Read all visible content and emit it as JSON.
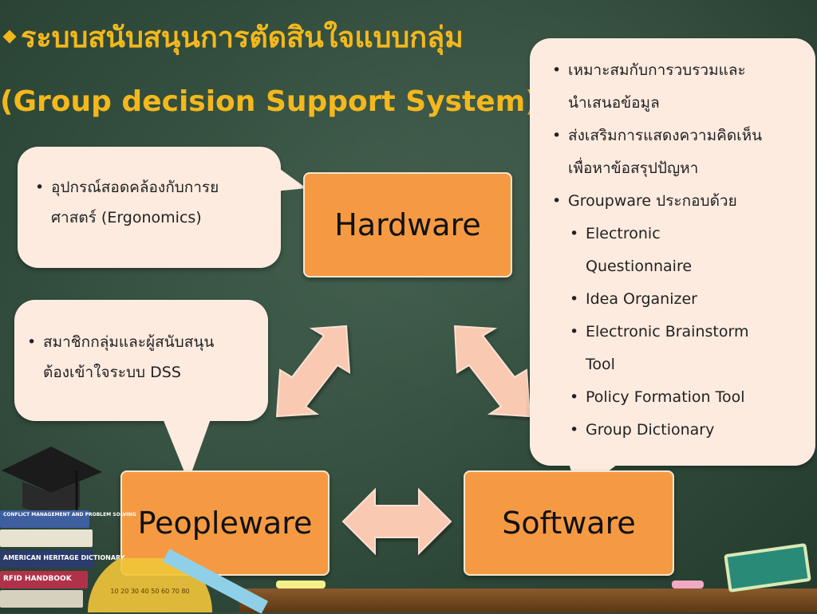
{
  "title": {
    "line1": "ระบบสนับสนุนการตัดสินใจแบบกลุ่ม",
    "line2": "(Group decision Support System)"
  },
  "boxes": {
    "hardware": "Hardware",
    "peopleware": "Peopleware",
    "software": "Software"
  },
  "bubbles": {
    "hardware": {
      "line1": "อุปกรณ์สอดคล้องกับการย",
      "line2": "ศาสตร์  (Ergonomics)"
    },
    "peopleware": {
      "line1": "สมาชิกกลุ่มและผู้สนับสนุน",
      "line2": "ต้องเข้าใจระบบ DSS"
    },
    "software": {
      "items": [
        "เหมาะสมกับการวบรวมและ",
        "นำเสนอข้อมูล",
        "ส่งเสริมการแสดงความคิดเห็น",
        "เพื่อหาข้อสรุปปัญหา",
        "Groupware ประกอบด้วย"
      ],
      "subitems": [
        "Electronic",
        "Questionnaire",
        "Idea Organizer",
        "Electronic  Brainstorm",
        "Tool",
        "Policy Formation Tool",
        "Group Dictionary"
      ]
    }
  },
  "decor": {
    "book1": "CONFLICT MANAGEMENT AND PROBLEM SOLVING",
    "book2": "AMERICAN HERITAGE DICTIONARY",
    "book3": "RFID HANDBOOK",
    "ruler_digits": "10 20 30 40 50 60 70 80"
  },
  "colors": {
    "board": "#2f4a3a",
    "title": "#f4b81c",
    "box": "#f59a43",
    "bubble": "#fdebe0",
    "arrow": "#f9c9b2"
  }
}
